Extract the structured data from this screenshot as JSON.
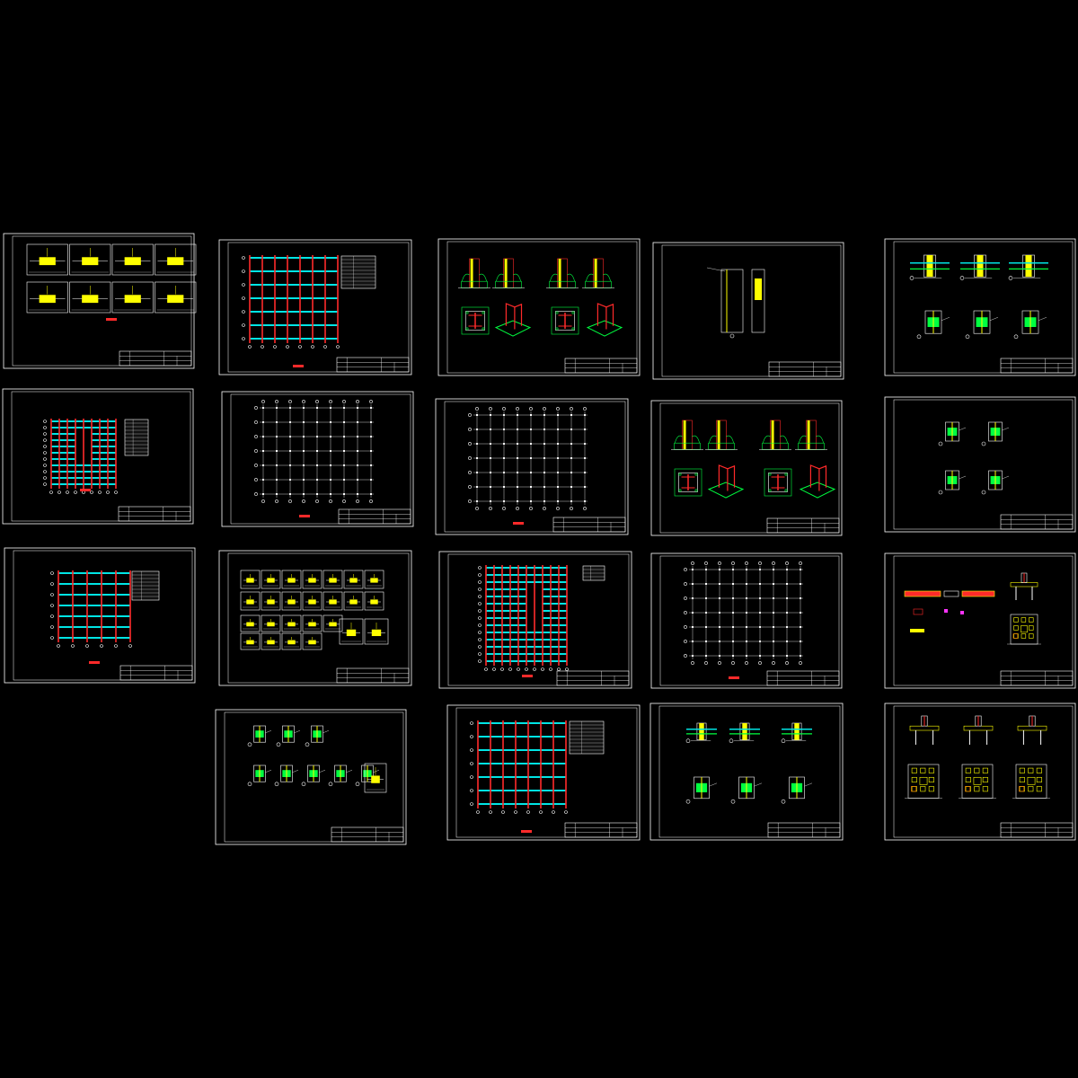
{
  "app": {
    "title": ""
  },
  "colors": {
    "background": "#000000",
    "sheet_border": "#ffffff",
    "column": "#ff2a2a",
    "beam": "#00e5e5",
    "steel": "#ffff00",
    "weld": "#00ff40",
    "grid_line": "#ffffff",
    "bubble": "#ffffff",
    "accent_magenta": "#ff33ff",
    "accent_orange": "#ff8000"
  },
  "sheets": [
    {
      "id": "s01",
      "kind": "weld-details",
      "label": ""
    },
    {
      "id": "s02",
      "kind": "frame-elevation",
      "label": ""
    },
    {
      "id": "s03",
      "kind": "base-details",
      "label": ""
    },
    {
      "id": "s04",
      "kind": "column-detail",
      "label": ""
    },
    {
      "id": "s05",
      "kind": "joint-details",
      "label": ""
    },
    {
      "id": "s06",
      "kind": "floor-plan-opening",
      "label": ""
    },
    {
      "id": "s07",
      "kind": "grid-plan",
      "label": ""
    },
    {
      "id": "s08",
      "kind": "grid-plan",
      "label": ""
    },
    {
      "id": "s09",
      "kind": "base-details",
      "label": ""
    },
    {
      "id": "s10",
      "kind": "section-details",
      "label": ""
    },
    {
      "id": "s11",
      "kind": "frame-elevation-small",
      "label": ""
    },
    {
      "id": "s12",
      "kind": "connection-details",
      "label": ""
    },
    {
      "id": "s13",
      "kind": "floor-plan-opening",
      "label": ""
    },
    {
      "id": "s14",
      "kind": "grid-plan",
      "label": ""
    },
    {
      "id": "s15",
      "kind": "beam-and-base",
      "label": ""
    },
    {
      "id": "s16",
      "kind": "node-details",
      "label": ""
    },
    {
      "id": "s17",
      "kind": "frame-elevation",
      "label": ""
    },
    {
      "id": "s18",
      "kind": "section-details",
      "label": ""
    },
    {
      "id": "s19",
      "kind": "pile-caps",
      "label": ""
    }
  ]
}
